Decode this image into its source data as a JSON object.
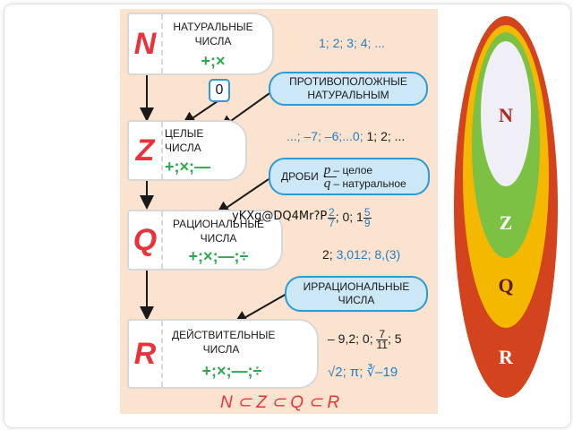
{
  "diagram": {
    "cards": [
      {
        "letter": "N",
        "title": "НАТУРАЛЬНЫЕ ЧИСЛА",
        "ops": "+;×"
      },
      {
        "letter": "Z",
        "title": "ЦЕЛЫЕ ЧИСЛА",
        "ops": "+;×;—"
      },
      {
        "letter": "Q",
        "title": "РАЦИОНАЛЬНЫЕ ЧИСЛА",
        "ops": "+;×;—;÷"
      },
      {
        "letter": "R",
        "title": "ДЕЙСТВИТЕЛЬНЫЕ ЧИСЛА",
        "ops": "+;×;—;÷"
      }
    ],
    "zero_box": "0",
    "bubbles": {
      "opposite": "ПРОТИВОПОЛОЖНЫЕ НАТУРАЛЬНЫМ",
      "fractions_word": "ДРОБИ",
      "fraction_p": "p",
      "fraction_q": "q",
      "fraction_p_note": "– целое",
      "fraction_q_note": "– натуральное",
      "irrational": "ИРРАЦИОНАЛЬНЫЕ ЧИСЛА"
    },
    "examples": {
      "natural": "1; 2; 3; 4; ...",
      "integer_neg": "...; –7; –6;...0;",
      "integer_pos": " 1; 2; ...",
      "rational_frac1_num": "2",
      "rational_frac1_den": "7",
      "rational_mid": "; 0; 1",
      "rational_frac2_num": "5",
      "rational_frac2_den": "9",
      "rational_line2_a": "2;",
      "rational_line2_b": "3,012;  8,(3)",
      "real_line1_a": "– 9,2; 0;",
      "real_frac_num": "7",
      "real_frac_den": "11",
      "real_line1_b": "; 5",
      "real_line2": "√2; π; ∛–19"
    },
    "formula": "N ⊂ Z ⊂ Q ⊂ R",
    "watermark": "yKXg@DQ4Mr?P"
  },
  "oval_labels": {
    "n": "N",
    "z": "Z",
    "q": "Q",
    "r": "R"
  },
  "colors": {
    "red_letters": "#e8323c",
    "ops_green": "#2fa84f",
    "bubble_border": "#2c9ad6",
    "panel": "#fbe3cf",
    "oval_r": "#d2431e",
    "oval_q": "#f5b800",
    "oval_z": "#7cc144",
    "oval_n": "#f0eef6"
  }
}
